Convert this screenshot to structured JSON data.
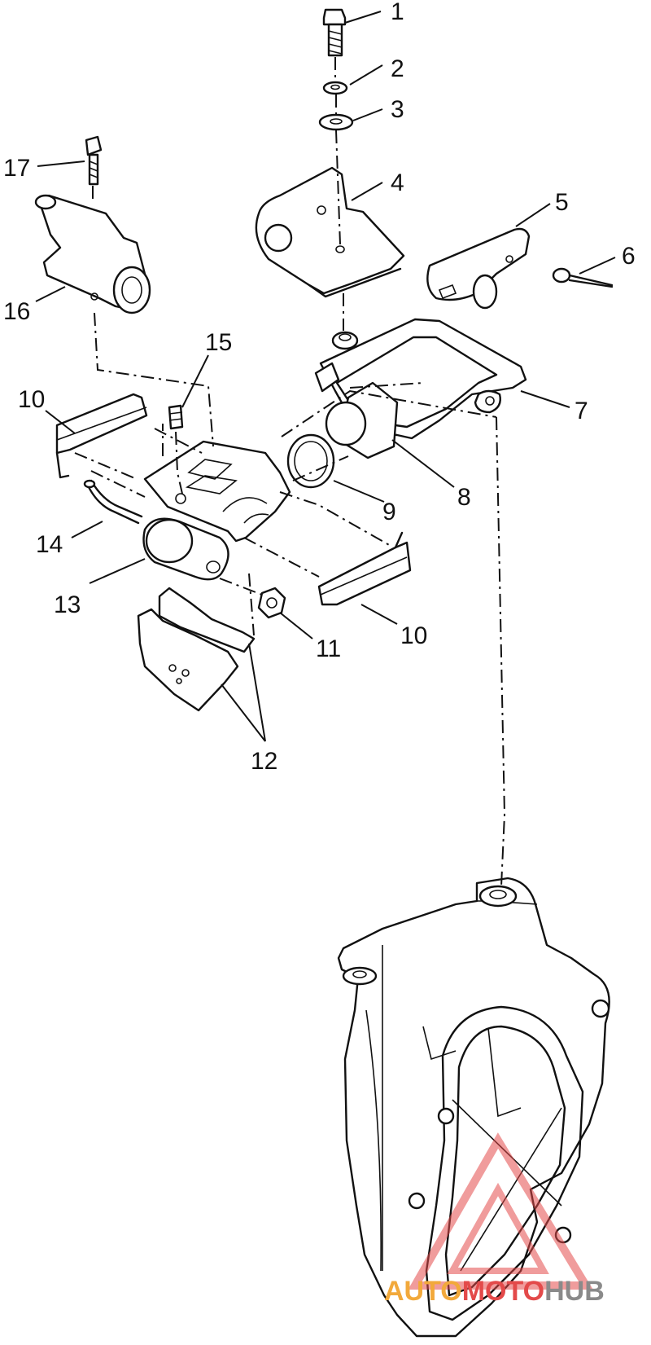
{
  "callouts": [
    {
      "id": "1",
      "text": "1"
    },
    {
      "id": "2",
      "text": "2"
    },
    {
      "id": "3",
      "text": "3"
    },
    {
      "id": "4",
      "text": "4"
    },
    {
      "id": "5",
      "text": "5"
    },
    {
      "id": "6",
      "text": "6"
    },
    {
      "id": "7",
      "text": "7"
    },
    {
      "id": "8",
      "text": "8"
    },
    {
      "id": "9",
      "text": "9"
    },
    {
      "id": "10a",
      "text": "10"
    },
    {
      "id": "10b",
      "text": "10"
    },
    {
      "id": "11",
      "text": "11"
    },
    {
      "id": "12",
      "text": "12"
    },
    {
      "id": "13",
      "text": "13"
    },
    {
      "id": "14",
      "text": "14"
    },
    {
      "id": "15",
      "text": "15"
    },
    {
      "id": "16",
      "text": "16"
    },
    {
      "id": "17",
      "text": "17"
    }
  ],
  "watermark": {
    "part1": "AUTO",
    "part2": "MOTO",
    "part3": "HUB",
    "color_auto": "#f2a93b",
    "color_moto": "#e34a4a",
    "color_hub": "#8a8a8a"
  }
}
